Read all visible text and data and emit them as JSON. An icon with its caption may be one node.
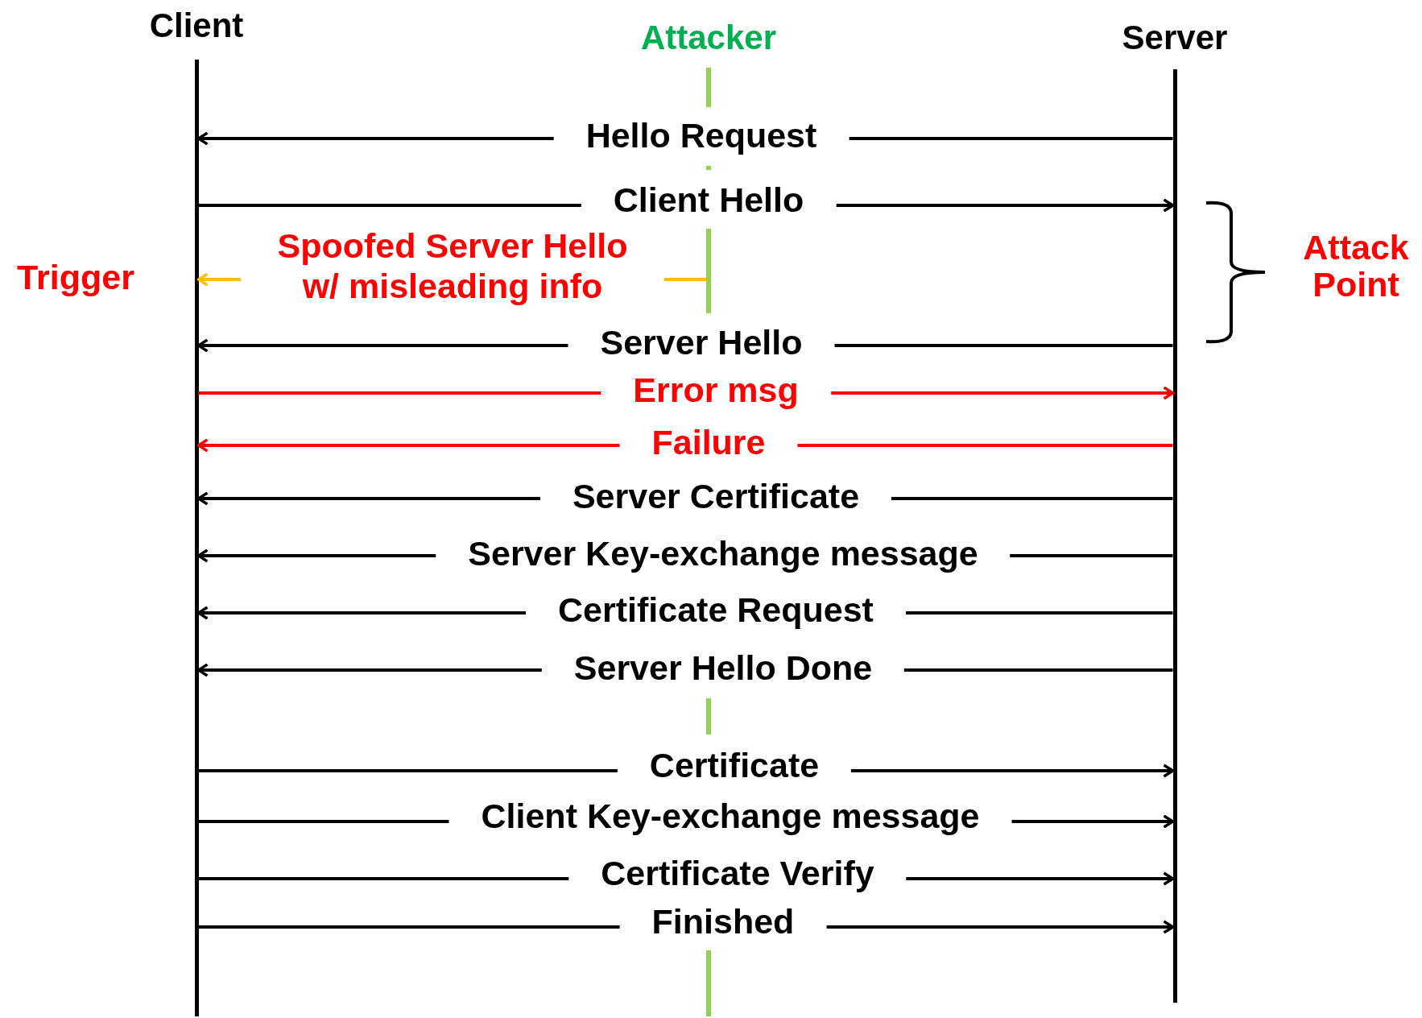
{
  "diagram": {
    "nodes": [
      {
        "text": [
          "Client"
        ]
      },
      {
        "text": [
          "Attacker"
        ]
      },
      {
        "text": [
          "Server"
        ]
      }
    ],
    "edges": [
      {
        "from": 2,
        "to": 0,
        "arrow": "to",
        "label": "Hello Request"
      },
      {
        "from": 0,
        "to": 2,
        "arrow": "to",
        "label": "Client Hello"
      },
      {
        "from": null,
        "to": 0,
        "arrow": "to",
        "label": "Spoofed Server Hello w/ misleading info",
        "color": "#ffc000"
      },
      {
        "from": 2,
        "to": 0,
        "arrow": "to",
        "label": "Server Hello"
      },
      {
        "from": 0,
        "to": 2,
        "arrow": "to",
        "label": "Error msg",
        "color": "#ff0000"
      },
      {
        "from": 2,
        "to": 0,
        "arrow": "to",
        "label": "Failure",
        "color": "#ff0000"
      },
      {
        "from": 2,
        "to": 0,
        "arrow": "to",
        "label": "Server Certificate"
      },
      {
        "from": 2,
        "to": 0,
        "arrow": "to",
        "label": "Server Key-exchange message"
      },
      {
        "from": 2,
        "to": 0,
        "arrow": "to",
        "label": "Certificate Request"
      },
      {
        "from": 2,
        "to": 0,
        "arrow": "to",
        "label": "Server Hello Done"
      },
      {
        "from": 0,
        "to": 2,
        "arrow": "to",
        "label": "Certificate"
      },
      {
        "from": 0,
        "to": 2,
        "arrow": "to",
        "label": "Client Key-exchange message"
      },
      {
        "from": 0,
        "to": 2,
        "arrow": "to",
        "label": "Certificate Verify"
      },
      {
        "from": 0,
        "to": 2,
        "arrow": "to",
        "label": "Finished"
      }
    ],
    "labels": [
      "Trigger",
      "Attack Point"
    ]
  }
}
